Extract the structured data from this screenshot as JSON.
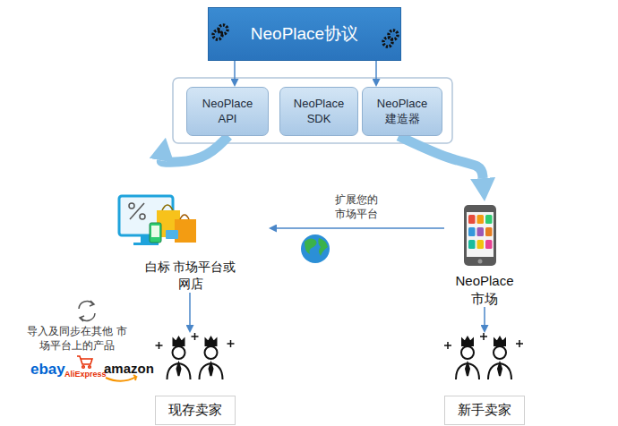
{
  "diagram": {
    "nodes": [
      {
        "text": [
          "NeoPlace协议"
        ]
      },
      {
        "text": [
          "NeoPlace API"
        ]
      },
      {
        "text": [
          "NeoPlace SDK"
        ]
      },
      {
        "text": [
          "NeoPlace 建造器"
        ]
      },
      {
        "text": [
          "白标 市场平台或网店"
        ]
      },
      {
        "text": [
          "NeoPlace 市场"
        ]
      },
      {
        "text": [
          "现存卖家"
        ]
      },
      {
        "text": [
          "新手卖家"
        ]
      }
    ],
    "edges": [
      {
        "from": 0,
        "to": 1,
        "arrow": "to"
      },
      {
        "from": 0,
        "to": 3,
        "arrow": "to"
      },
      {
        "from": 1,
        "to": 4,
        "arrow": "to"
      },
      {
        "from": 3,
        "to": 5,
        "arrow": "to"
      },
      {
        "from": 5,
        "to": 4,
        "label": "扩展您的 市场平台",
        "arrow": "to"
      },
      {
        "from": 4,
        "to": 6,
        "arrow": "to"
      },
      {
        "from": 5,
        "to": 7,
        "arrow": "to"
      }
    ],
    "labels": [
      "导入及同步在其他 市场平台上的产品",
      "ebay",
      "AliExpress",
      "amazon"
    ]
  }
}
